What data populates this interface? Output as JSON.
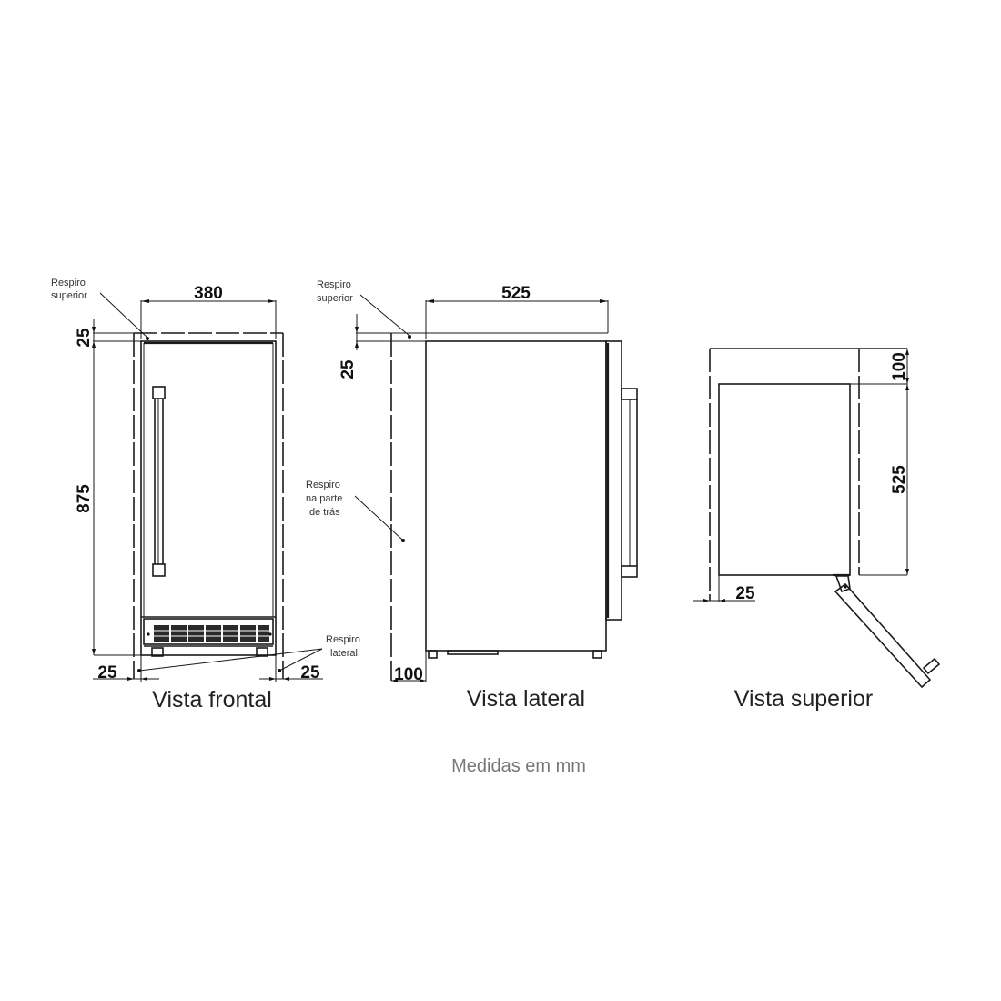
{
  "views": {
    "front": {
      "caption": "Vista frontal",
      "dims": {
        "width": "380",
        "height": "875",
        "top_clearance": "25",
        "left_clearance": "25",
        "right_clearance": "25"
      },
      "notes": {
        "top_vent_line1": "Respiro",
        "top_vent_line2": "superior",
        "side_vent_line1": "Respiro",
        "side_vent_line2": "lateral"
      }
    },
    "side": {
      "caption": "Vista lateral",
      "dims": {
        "depth": "525",
        "top_clearance": "25",
        "rear_clearance": "100"
      },
      "notes": {
        "top_vent_line1": "Respiro",
        "top_vent_line2": "superior",
        "rear_vent_line1": "Respiro",
        "rear_vent_line2": "na parte",
        "rear_vent_line3": "de trás"
      }
    },
    "top": {
      "caption": "Vista superior",
      "dims": {
        "rear_clearance": "100",
        "depth": "525",
        "side_clearance": "25"
      }
    }
  },
  "footer": {
    "units_note": "Medidas em mm"
  }
}
